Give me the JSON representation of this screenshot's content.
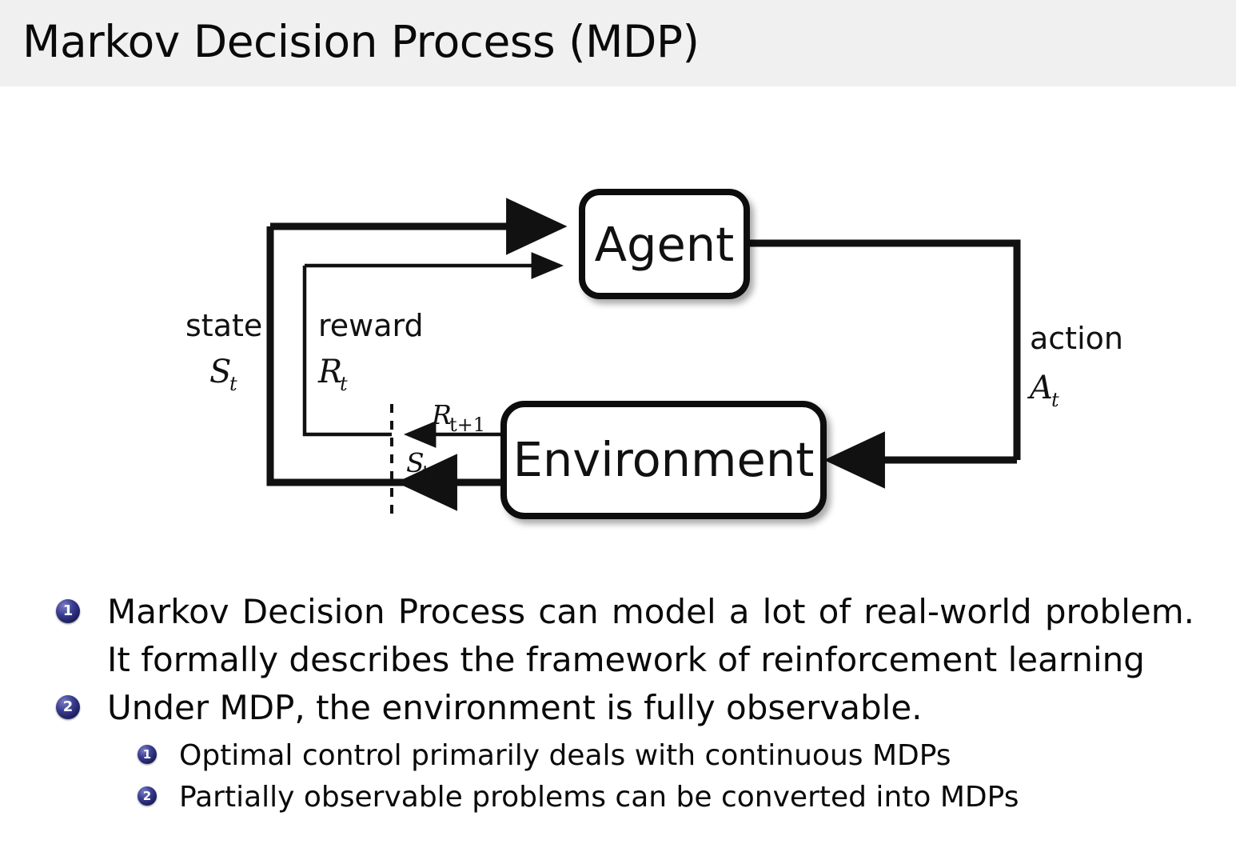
{
  "header": {
    "title": "Markov Decision Process (MDP)",
    "background_color": "#f0f0f0"
  },
  "diagram": {
    "name": "agent-environment-interaction-loop",
    "boxes": [
      {
        "id": "agent",
        "label": "Agent"
      },
      {
        "id": "environment",
        "label": "Environment"
      }
    ],
    "labels": {
      "state_word": "state",
      "state_symbol": "S",
      "state_symbol_sub": "t",
      "reward_word": "reward",
      "reward_symbol": "R",
      "reward_symbol_sub": "t",
      "action_word": "action",
      "action_symbol": "A",
      "action_symbol_sub": "t",
      "next_reward_symbol": "R",
      "next_reward_sub": "t+1",
      "next_state_symbol": "S",
      "next_state_sub": "t+1"
    },
    "colors": {
      "stroke": "#111111",
      "box_fill": "#ffffff",
      "shadow": "rgba(0,0,0,0.35)"
    }
  },
  "bullets": {
    "badge_color": "#2b2f7e",
    "items": [
      {
        "number": "1",
        "text": "Markov Decision Process can model a lot of real-world problem. It formally describes the framework of reinforcement learning"
      },
      {
        "number": "2",
        "text": "Under MDP, the environment is fully observable.",
        "children": [
          {
            "number": "1",
            "text": "Optimal control primarily deals with continuous MDPs"
          },
          {
            "number": "2",
            "text": "Partially observable problems can be converted into MDPs"
          }
        ]
      }
    ]
  }
}
